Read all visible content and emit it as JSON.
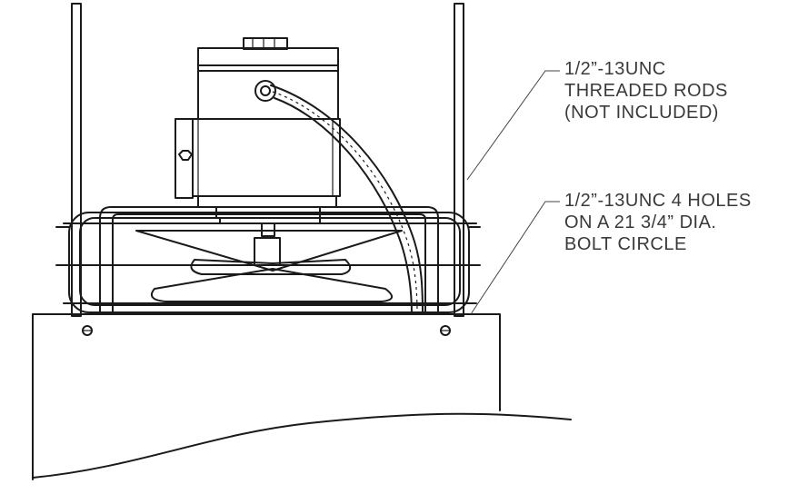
{
  "callouts": {
    "rods": {
      "lines": [
        "1/2”-13UNC",
        "THREADED RODS",
        "(NOT INCLUDED)"
      ]
    },
    "holes": {
      "lines": [
        "1/2”-13UNC 4 HOLES",
        "ON A 21 3/4” DIA.",
        "BOLT CIRCLE"
      ]
    }
  },
  "colors": {
    "line": "#1a1a1a",
    "text": "#3a3a3a"
  }
}
